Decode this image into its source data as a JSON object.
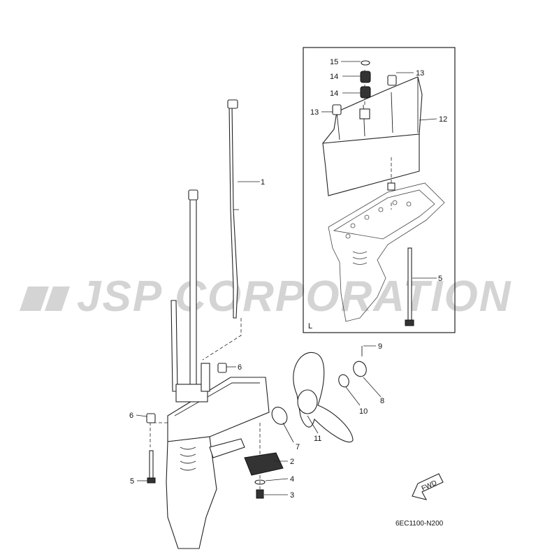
{
  "watermark": "JSP CORPORATION",
  "diagram_code": "6EC1100-N200",
  "fwd_label": "FWD",
  "inset_label": "L",
  "part_labels": {
    "p1": "1",
    "p2": "2",
    "p3": "3",
    "p4": "4",
    "p5_main": "5",
    "p5_inset": "5",
    "p6_upper": "6",
    "p6_left": "6",
    "p7": "7",
    "p8": "8",
    "p9": "9",
    "p10": "10",
    "p11": "11",
    "p12": "12",
    "p13_right": "13",
    "p13_left": "13",
    "p14_upper": "14",
    "p14_lower": "14",
    "p15": "15"
  }
}
